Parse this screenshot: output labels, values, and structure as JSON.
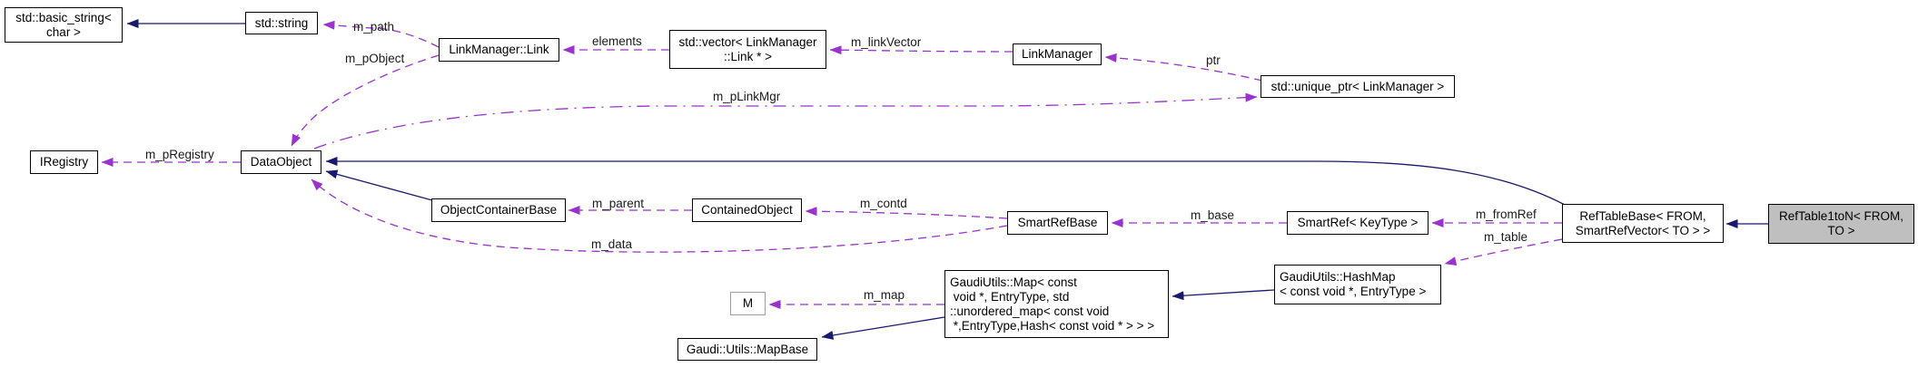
{
  "diagram": {
    "type": "collaboration-graph",
    "colors": {
      "inheritance_edge": "#191970",
      "usage_edge": "#9a32cd",
      "selected_node_fill": "#bfbfbf",
      "node_background": "#ffffff",
      "node_border": "#000000",
      "template_param_border": "#9e9e9e"
    },
    "nodes": [
      {
        "id": "basic-string",
        "label": "std::basic_string<\nchar >"
      },
      {
        "id": "string",
        "label": "std::string"
      },
      {
        "id": "link",
        "label": "LinkManager::Link"
      },
      {
        "id": "link-vector",
        "label": "std::vector< LinkManager\n::Link * >"
      },
      {
        "id": "link-manager",
        "label": "LinkManager"
      },
      {
        "id": "unique-ptr",
        "label": "std::unique_ptr< LinkManager >"
      },
      {
        "id": "iregistry",
        "label": "IRegistry"
      },
      {
        "id": "data-object",
        "label": "DataObject"
      },
      {
        "id": "object-container-base",
        "label": "ObjectContainerBase"
      },
      {
        "id": "contained-object",
        "label": "ContainedObject"
      },
      {
        "id": "smart-ref-base",
        "label": "SmartRefBase"
      },
      {
        "id": "smart-ref",
        "label": "SmartRef< KeyType >"
      },
      {
        "id": "ref-table-base",
        "label": "RefTableBase< FROM,\nSmartRefVector< TO > >"
      },
      {
        "id": "ref-table-1ton",
        "label": "RefTable1toN< FROM,\nTO >"
      },
      {
        "id": "m",
        "label": "M"
      },
      {
        "id": "gaudi-map",
        "label": "GaudiUtils::Map< const\n void *, EntryType, std\n::unordered_map< const void\n *,EntryType,Hash< const void * > > >"
      },
      {
        "id": "map-base",
        "label": "Gaudi::Utils::MapBase"
      },
      {
        "id": "hash-map",
        "label": "GaudiUtils::HashMap\n< const void *, EntryType >"
      }
    ],
    "edge_labels": [
      {
        "id": "m_path",
        "text": "m_path"
      },
      {
        "id": "m_pObject",
        "text": "m_pObject"
      },
      {
        "id": "elements",
        "text": "elements"
      },
      {
        "id": "m_linkVector",
        "text": "m_linkVector"
      },
      {
        "id": "ptr",
        "text": "ptr"
      },
      {
        "id": "m_pLinkMgr",
        "text": "m_pLinkMgr"
      },
      {
        "id": "m_pRegistry",
        "text": "m_pRegistry"
      },
      {
        "id": "m_parent",
        "text": "m_parent"
      },
      {
        "id": "m_contd",
        "text": "m_contd"
      },
      {
        "id": "m_data",
        "text": "m_data"
      },
      {
        "id": "m_base",
        "text": "m_base"
      },
      {
        "id": "m_fromRef",
        "text": "m_fromRef"
      },
      {
        "id": "m_table",
        "text": "m_table"
      },
      {
        "id": "m_map",
        "text": "m_map"
      }
    ]
  }
}
